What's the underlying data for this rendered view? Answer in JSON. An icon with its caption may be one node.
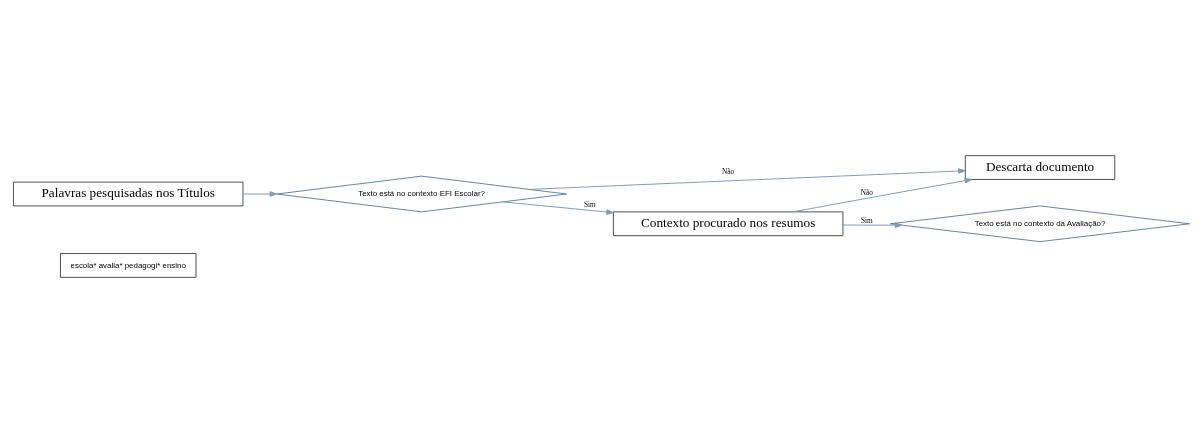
{
  "diagram": {
    "nodes": [
      {
        "text": [
          "Palavras pesquisadas nos Títulos"
        ]
      },
      {
        "text": [
          "escola* avalia* pedagogi* ensino"
        ]
      },
      {
        "text": [
          "Texto está no contexto EFI Escolar?"
        ]
      },
      {
        "text": [
          "Descarta documento"
        ]
      },
      {
        "text": [
          "Contexto procurado nos resumos"
        ]
      },
      {
        "text": [
          "Texto está no contexto da Avaliação?"
        ]
      }
    ],
    "edges": [
      {
        "from": 0,
        "to": 2,
        "arrow": "to"
      },
      {
        "from": 2,
        "to": 3,
        "arrow": "to",
        "label": "Não"
      },
      {
        "from": 2,
        "to": 4,
        "arrow": "to",
        "label": "Sim"
      },
      {
        "from": 4,
        "to": 3,
        "arrow": "to",
        "label": "Não"
      },
      {
        "from": 4,
        "to": 5,
        "arrow": "to",
        "label": "Sim"
      }
    ]
  }
}
